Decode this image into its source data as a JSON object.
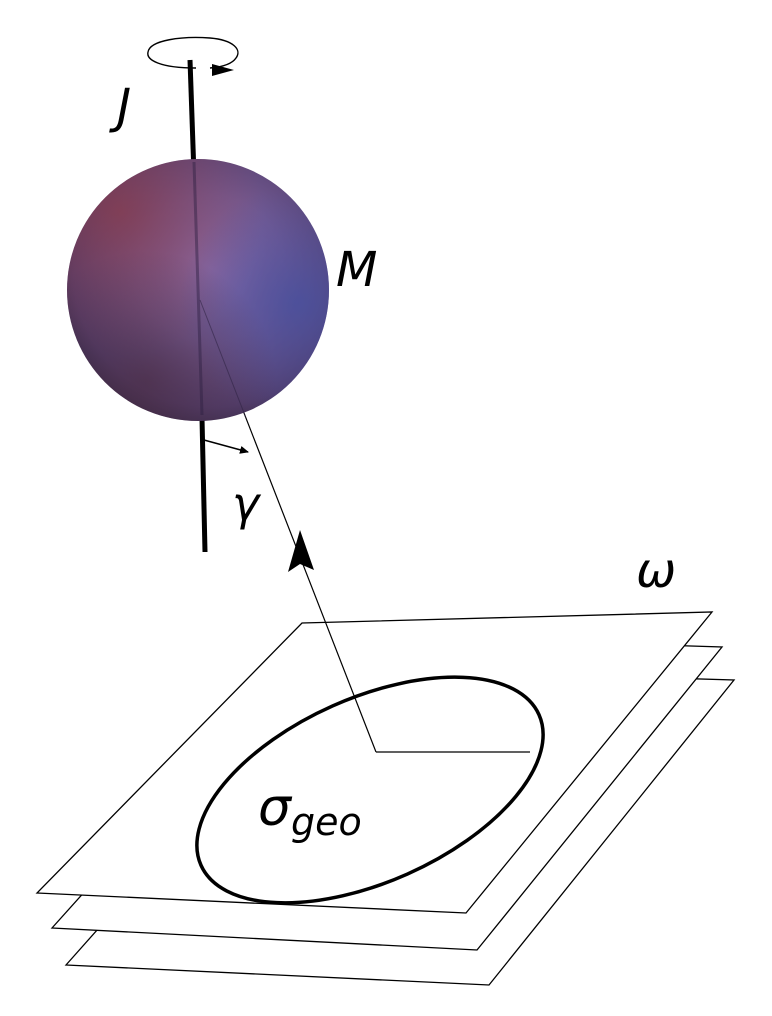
{
  "diagram": {
    "labels": {
      "angular_momentum": "J",
      "mass": "M",
      "angle": "γ",
      "frequency": "ω",
      "cross_section_symbol": "σ",
      "cross_section_subscript": "geo"
    },
    "colors": {
      "sphere_light": "#8a6aa6",
      "sphere_mid": "#6e557f",
      "sphere_red": "#7a3d4e",
      "sphere_blue": "#4b4e92",
      "line": "#000000",
      "plane_fill": "#ffffff"
    }
  }
}
